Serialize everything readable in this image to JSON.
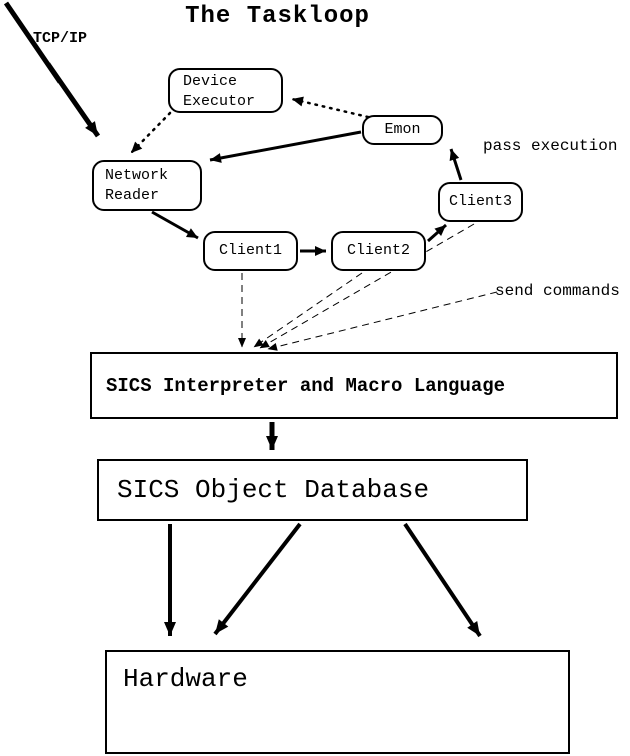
{
  "title": "The Taskloop",
  "labels": {
    "tcp_ip": "TCP/IP",
    "pass_execution": "pass execution",
    "send_commands": "send commands"
  },
  "nodes": {
    "device_executor": {
      "line1": "Device",
      "line2": "Executor"
    },
    "emon": {
      "label": "Emon"
    },
    "network_reader": {
      "line1": "Network",
      "line2": "Reader"
    },
    "client1": {
      "label": "Client1"
    },
    "client2": {
      "label": "Client2"
    },
    "client3": {
      "label": "Client3"
    }
  },
  "boxes": {
    "interpreter": {
      "label": "SICS Interpreter and Macro Language"
    },
    "database": {
      "label": "SICS Object Database"
    },
    "hardware": {
      "label": "Hardware"
    }
  },
  "edges": [
    {
      "from": "TCP/IP",
      "to": "Network Reader",
      "style": "bolt"
    },
    {
      "from": "Emon",
      "to": "Device Executor",
      "style": "dotted"
    },
    {
      "from": "Device Executor",
      "to": "Network Reader",
      "style": "dotted"
    },
    {
      "from": "Emon",
      "to": "Network Reader",
      "style": "solid"
    },
    {
      "from": "Network Reader",
      "to": "Client1",
      "style": "solid"
    },
    {
      "from": "Client1",
      "to": "Client2",
      "style": "solid"
    },
    {
      "from": "Client2",
      "to": "Client3",
      "style": "solid"
    },
    {
      "from": "Client3",
      "to": "Emon",
      "style": "solid",
      "label": "pass execution"
    },
    {
      "from": "Client1",
      "to": "SICS Interpreter and Macro Language",
      "style": "dashed",
      "label": "send commands"
    },
    {
      "from": "Client2",
      "to": "SICS Interpreter and Macro Language",
      "style": "dashed",
      "label": "send commands"
    },
    {
      "from": "Client3",
      "to": "SICS Interpreter and Macro Language",
      "style": "dashed",
      "label": "send commands"
    },
    {
      "from": "SICS Interpreter and Macro Language",
      "to": "SICS Object Database",
      "style": "solid"
    },
    {
      "from": "SICS Object Database",
      "to": "Hardware",
      "style": "solid",
      "count": 3
    }
  ],
  "colors": {
    "ink": "#000000",
    "background": "#ffffff"
  }
}
